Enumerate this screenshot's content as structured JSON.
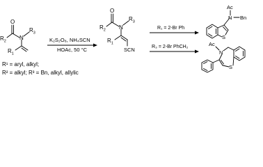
{
  "reactant": {
    "O": "O",
    "N": "N",
    "R1": "R",
    "R1_sub": "1",
    "R2": "R",
    "R2_sub": "2",
    "R3": "R",
    "R3_sub": "3"
  },
  "conditions": {
    "reagents": "K₂S₂O₈, NH₄SCN",
    "solvent_temp": "HOAc, 50 °C"
  },
  "intermediate": {
    "O": "O",
    "N": "N",
    "R1": "R",
    "R1_sub": "1",
    "R2": "R",
    "R2_sub": "2",
    "R3": "R",
    "R3_sub": "3",
    "SCN": "SCN"
  },
  "route_upper": {
    "condition": "R₁ = 2-Br Ph"
  },
  "route_lower": {
    "condition": "R₃ = 2-Br PhCH₂"
  },
  "product_upper": {
    "Ac": "Ac",
    "N": "N",
    "Bn": "Bn",
    "S": "S"
  },
  "product_lower": {
    "Ac": "Ac",
    "N": "N",
    "S": "S"
  },
  "legend": {
    "r1": "R¹ = aryl, alkyl;",
    "r2r3": "R² = alkyl; R³ = Bn, alkyl, allylic"
  }
}
